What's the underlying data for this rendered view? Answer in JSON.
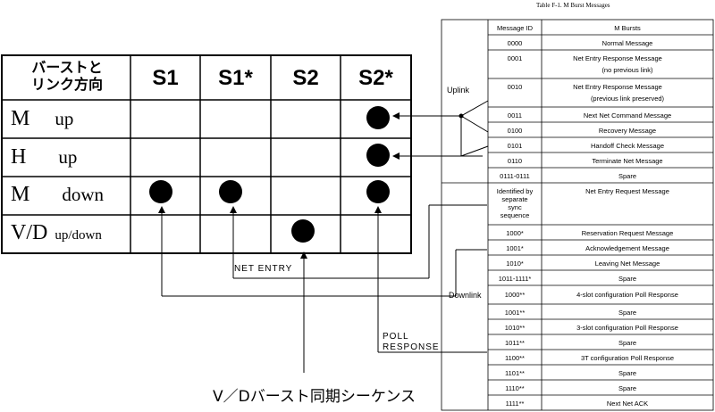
{
  "grid": {
    "corner_line1": "バーストと",
    "corner_line2": "リンク方向",
    "columns": [
      "S1",
      "S1*",
      "S2",
      "S2*"
    ],
    "rows": [
      {
        "main": "M",
        "sub": "up"
      },
      {
        "main": "H",
        "sub": "up"
      },
      {
        "main": "M",
        "sub": "down"
      },
      {
        "main": "V/D",
        "sub": "up/down"
      }
    ]
  },
  "annotations": {
    "net_entry": "NET ENTRY",
    "poll_line1": "POLL",
    "poll_line2": "RESPONSE",
    "caption": "V／Dバースト同期シーケンス"
  },
  "table": {
    "title": "Table F-1.  M Burst Messages",
    "col_id": "Message ID",
    "col_burst": "M Bursts",
    "uplink": "Uplink",
    "downlink": "Downlink",
    "rows": [
      {
        "id": "0000",
        "msg": "Normal Message"
      },
      {
        "id": "0001",
        "msg": "Net Entry Response Message",
        "msg2": "(no previous link)"
      },
      {
        "id": "0010",
        "msg": "Net Entry Response Message",
        "msg2": "(previous link preserved)"
      },
      {
        "id": "0011",
        "msg": "Next Net Command Message"
      },
      {
        "id": "0100",
        "msg": "Recovery Message"
      },
      {
        "id": "0101",
        "msg": "Handoff Check Message"
      },
      {
        "id": "0110",
        "msg": "Terminate Net Message"
      },
      {
        "id": "0111-0111",
        "msg": "Spare"
      },
      {
        "id": "Identified by",
        "id2": "separate",
        "id3": "sync",
        "id4": "sequence",
        "msg": "Net Entry Request Message"
      },
      {
        "id": "1000*",
        "msg": "Reservation Request Message"
      },
      {
        "id": "1001*",
        "msg": "Acknowledgement Message"
      },
      {
        "id": "1010*",
        "msg": "Leaving Net Message"
      },
      {
        "id": "1011-1111*",
        "msg": "Spare"
      },
      {
        "id": "1000**",
        "msg": "4-slot configuration Poll Response"
      },
      {
        "id": "1001**",
        "msg": "Spare"
      },
      {
        "id": "1010**",
        "msg": "3-slot configuration Poll Response"
      },
      {
        "id": "1011**",
        "msg": "Spare"
      },
      {
        "id": "1100**",
        "msg": "3T configuration Poll Response"
      },
      {
        "id": "1101**",
        "msg": "Spare"
      },
      {
        "id": "1110**",
        "msg": "Spare"
      },
      {
        "id": "1111**",
        "msg": "Next Net ACK"
      }
    ]
  }
}
